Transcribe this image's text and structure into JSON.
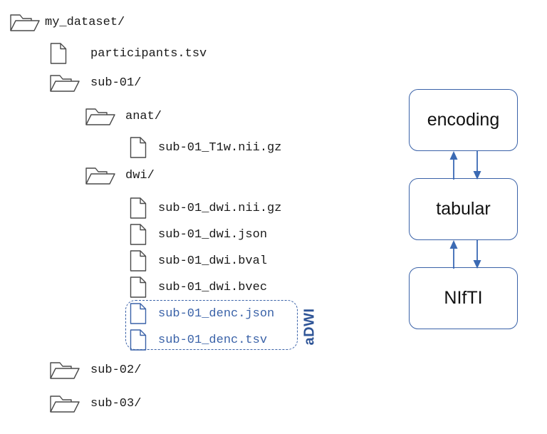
{
  "colors": {
    "accent_blue": "#3a62a8",
    "arrow_blue": "#3b6ab4",
    "text_black": "#1a1a1a",
    "label_blue": "#2f5597",
    "background": "#ffffff"
  },
  "tree": {
    "root_label": "my_dataset/",
    "rows": [
      {
        "label": "my_dataset/",
        "icon": "folder-icon",
        "depth": 0,
        "highlight": false
      },
      {
        "label": "participants.tsv",
        "icon": "file-icon",
        "depth": 1,
        "highlight": false
      },
      {
        "label": "sub-01/",
        "icon": "folder-icon",
        "depth": 1,
        "highlight": false
      },
      {
        "label": "anat/",
        "icon": "folder-icon",
        "depth": 2,
        "highlight": false
      },
      {
        "label": "sub-01_T1w.nii.gz",
        "icon": "file-icon",
        "depth": 3,
        "highlight": false
      },
      {
        "label": "dwi/",
        "icon": "folder-icon",
        "depth": 2,
        "highlight": false
      },
      {
        "label": "sub-01_dwi.nii.gz",
        "icon": "file-icon",
        "depth": 3,
        "highlight": false
      },
      {
        "label": "sub-01_dwi.json",
        "icon": "file-icon",
        "depth": 3,
        "highlight": false
      },
      {
        "label": "sub-01_dwi.bval",
        "icon": "file-icon",
        "depth": 3,
        "highlight": false
      },
      {
        "label": "sub-01_dwi.bvec",
        "icon": "file-icon",
        "depth": 3,
        "highlight": false
      },
      {
        "label": "sub-01_denc.json",
        "icon": "file-icon",
        "depth": 3,
        "highlight": true
      },
      {
        "label": "sub-01_denc.tsv",
        "icon": "file-icon",
        "depth": 3,
        "highlight": true
      },
      {
        "label": "sub-02/",
        "icon": "folder-icon",
        "depth": 1,
        "highlight": false
      },
      {
        "label": "sub-03/",
        "icon": "folder-icon",
        "depth": 1,
        "highlight": false
      }
    ]
  },
  "highlight_group": {
    "annotation_label": "aDWI",
    "member_files": [
      "sub-01_denc.json",
      "sub-01_denc.tsv"
    ]
  },
  "flowchart": {
    "boxes": [
      {
        "label": "encoding"
      },
      {
        "label": "tabular"
      },
      {
        "label": "NIfTI"
      }
    ],
    "connections": [
      {
        "from": "tabular",
        "to": "encoding",
        "direction": "up"
      },
      {
        "from": "encoding",
        "to": "tabular",
        "direction": "down"
      },
      {
        "from": "NIfTI",
        "to": "tabular",
        "direction": "up"
      },
      {
        "from": "tabular",
        "to": "NIfTI",
        "direction": "down"
      }
    ]
  }
}
